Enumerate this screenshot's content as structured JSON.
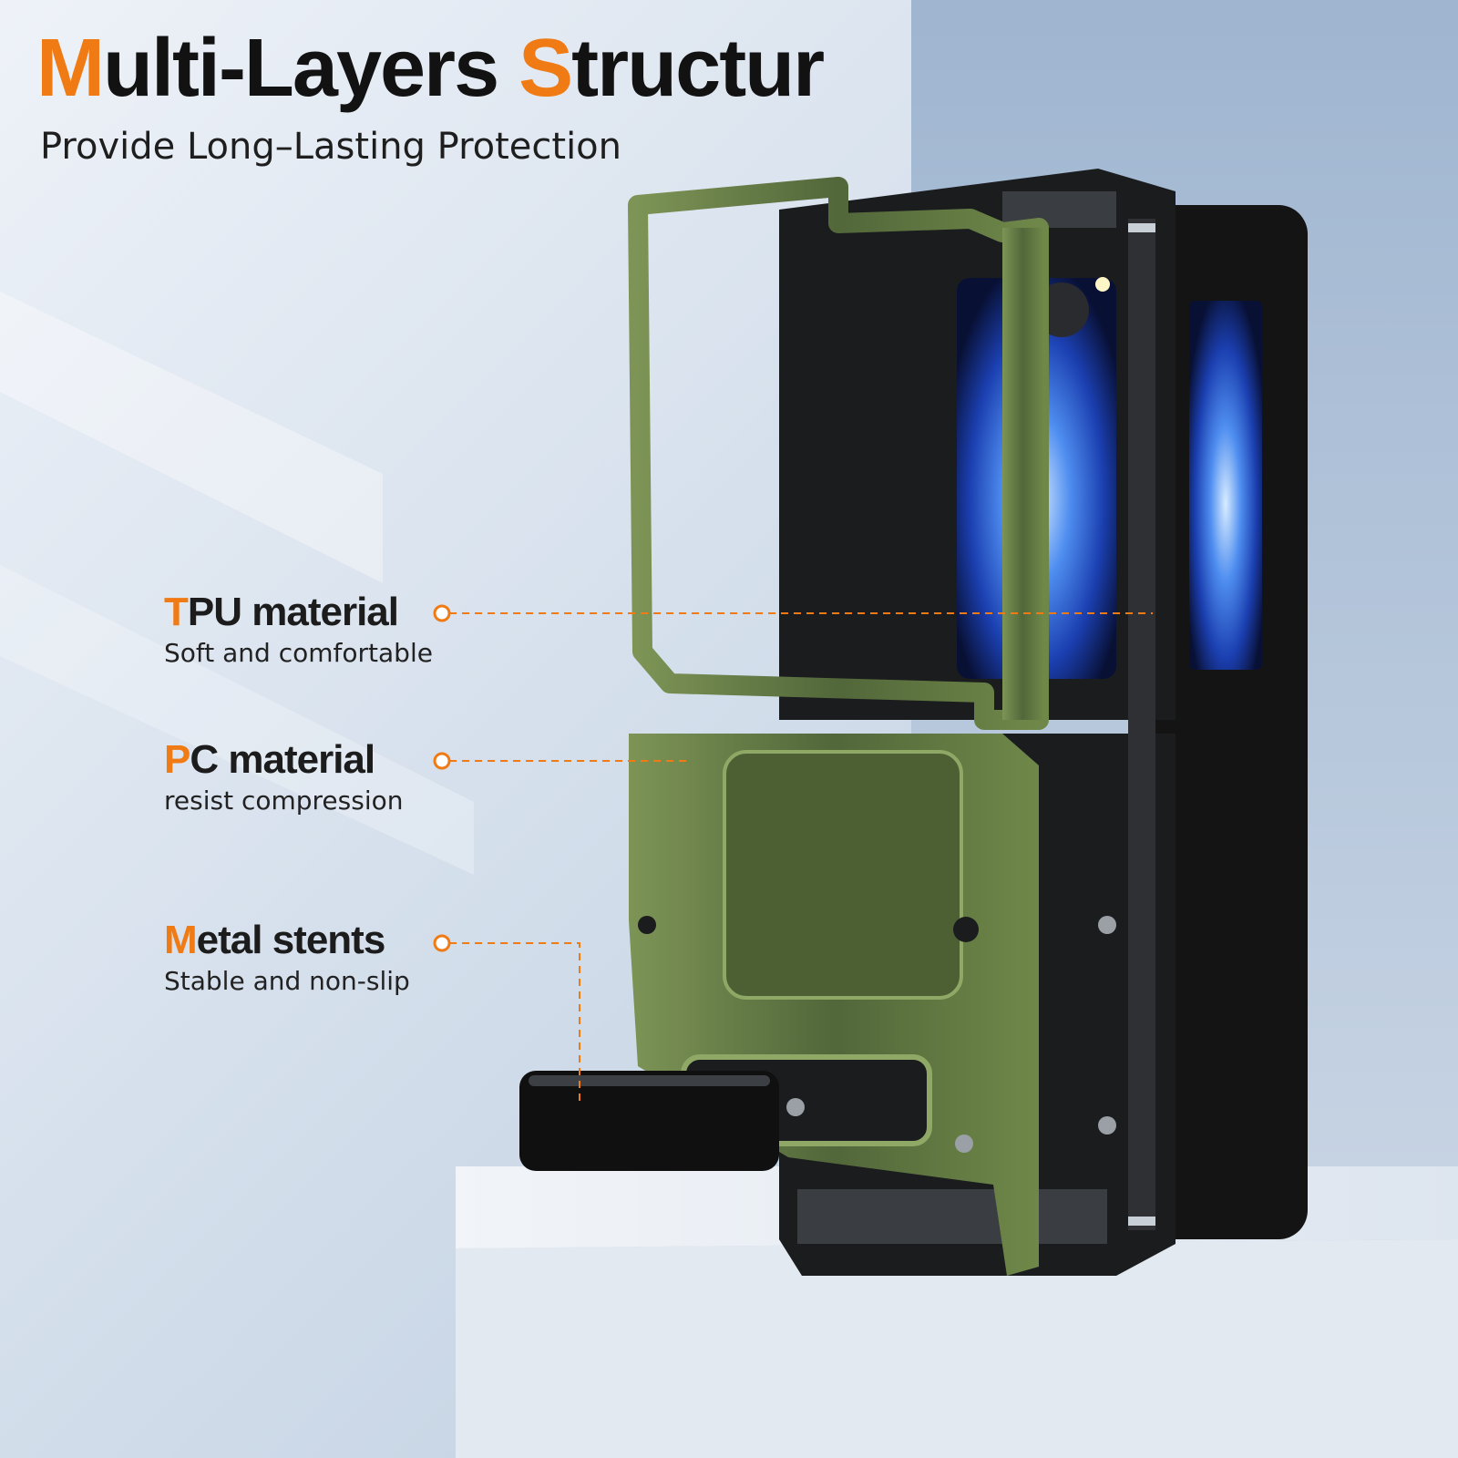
{
  "title": {
    "first_letter": "M",
    "part1": "ulti-Layers ",
    "second_letter": "S",
    "part2": "tructur"
  },
  "subtitle": "Provide Long–Lasting Protection",
  "features": [
    {
      "accent_letter": "T",
      "rest": "PU material",
      "description": "Soft and comfortable"
    },
    {
      "accent_letter": "P",
      "rest": "C material",
      "description": "resist compression"
    },
    {
      "accent_letter": "M",
      "rest": "etal stents",
      "description": "Stable and non-slip"
    }
  ],
  "colors": {
    "accent": "#f07a14",
    "case_green": "#566b3c",
    "case_black": "#1b1c1e",
    "background": "#c9d6e6"
  }
}
